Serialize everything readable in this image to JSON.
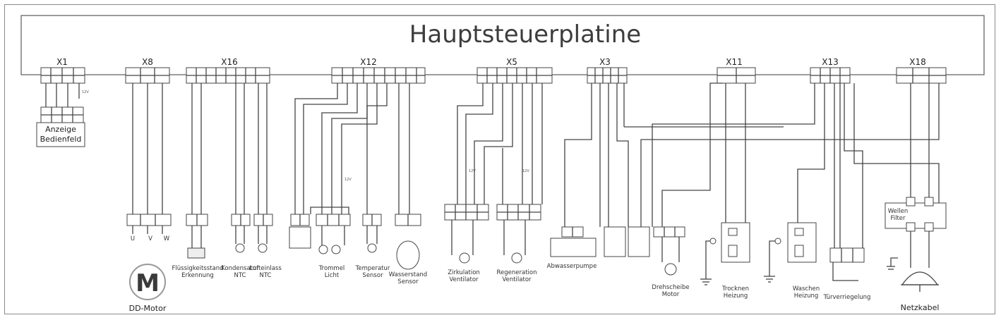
{
  "board": {
    "title": "Hauptsteuerplatine"
  },
  "connectors": [
    "X1",
    "X8",
    "X16",
    "X12",
    "X5",
    "X3",
    "X11",
    "X13",
    "X18"
  ],
  "components": {
    "anzeige": [
      "Anzeige",
      "Bedienfeld"
    ],
    "motor_letter": "M",
    "motor_name": "DD-Motor",
    "motor_phases": [
      "U",
      "V",
      "W"
    ],
    "fluessigkeit": [
      "Flüssigkeitsstand",
      "Erkennung"
    ],
    "kondensator": [
      "Kondensator",
      "NTC"
    ],
    "lufteinlass": [
      "Lufteinlass",
      "NTC"
    ],
    "trommel": [
      "Trommel",
      "Licht"
    ],
    "temperatur": [
      "Temperatur",
      "Sensor"
    ],
    "wasserstand": [
      "Wasserstand",
      "Sensor"
    ],
    "zirkulation": [
      "Zirkulation",
      "Ventilator"
    ],
    "regeneration": [
      "Regeneration",
      "Ventilator"
    ],
    "abwasserpumpe": "Abwasserpumpe",
    "drehscheibe": [
      "Drehscheibe",
      "Motor"
    ],
    "trocknen": [
      "Trocknen",
      "Heizung"
    ],
    "waschen": [
      "Waschen",
      "Heizung"
    ],
    "tuerverriegelung": "Türverriegelung",
    "wellen_filter": [
      "Wellen",
      "Filter"
    ],
    "netzkabel": "Netzkabel"
  },
  "notes": {
    "v12": "12V"
  },
  "colors": {
    "line": "#444444",
    "frame": "#8a8a8a",
    "title": "#3d3d3d"
  }
}
